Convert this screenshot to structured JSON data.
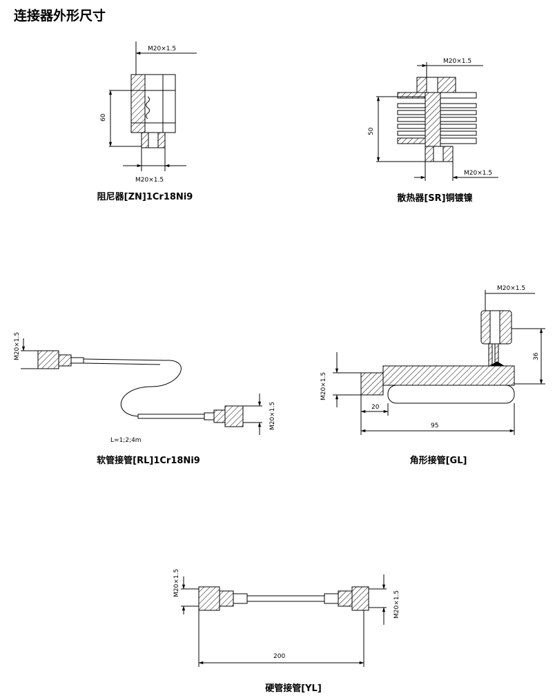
{
  "title": "连接器外形尺寸",
  "damper": {
    "caption": "阻尼器[ZN]1Cr18Ni9",
    "thread_top": "M20×1.5",
    "thread_bottom": "M20×1.5",
    "height": "60"
  },
  "radiator": {
    "caption": "散热器[SR]铜镀镍",
    "thread_top": "M20×1.5",
    "thread_bottom": "M20×1.5",
    "height": "50"
  },
  "hose": {
    "caption": "软管接管[RL]1Cr18Ni9",
    "thread_left": "M20×1.5",
    "thread_right": "M20×1.5",
    "length_note": "L=1;2;4m"
  },
  "angle": {
    "caption": "角形接管[GL]",
    "thread_top": "M20×1.5",
    "thread_left": "M20×1.5",
    "height": "36",
    "short_len": "20",
    "total_len": "95"
  },
  "rigid": {
    "caption": "硬管接管[YL]",
    "thread_left": "M20×1.5",
    "thread_right": "M20×1.5",
    "length": "200"
  }
}
